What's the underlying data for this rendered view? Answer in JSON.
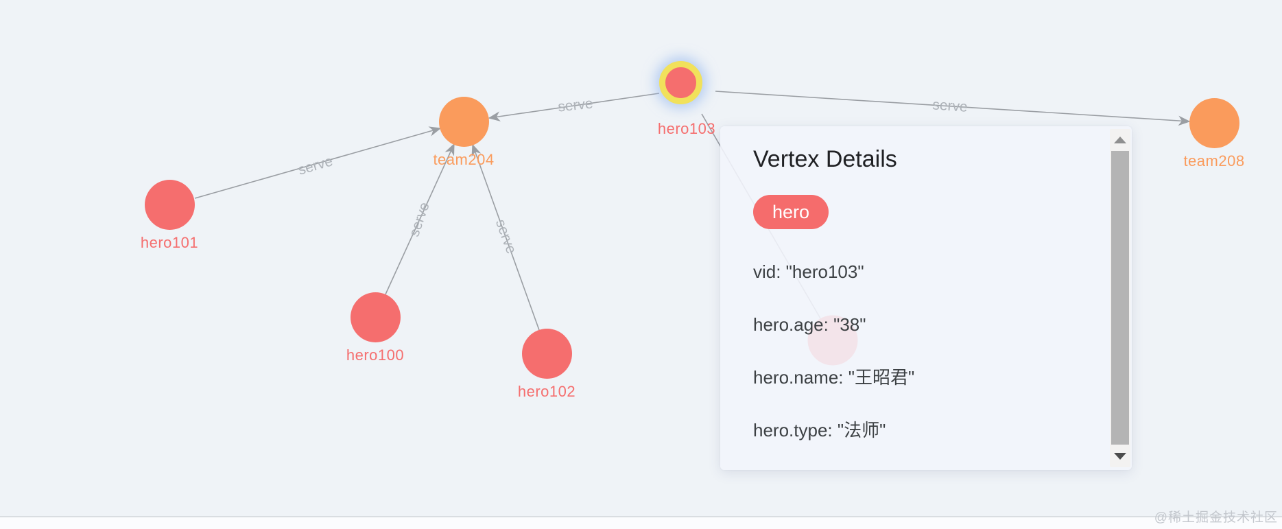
{
  "graph": {
    "nodes": [
      {
        "id": "hero101",
        "label": "hero101",
        "tag": "hero"
      },
      {
        "id": "hero100",
        "label": "hero100",
        "tag": "hero"
      },
      {
        "id": "hero102",
        "label": "hero102",
        "tag": "hero"
      },
      {
        "id": "hero103",
        "label": "hero103",
        "tag": "hero",
        "selected": true
      },
      {
        "id": "team204",
        "label": "team204",
        "tag": "team"
      },
      {
        "id": "team208",
        "label": "team208",
        "tag": "team"
      }
    ],
    "edges": [
      {
        "from": "hero101",
        "to": "team204",
        "label": "serve"
      },
      {
        "from": "hero103",
        "to": "team204",
        "label": "serve"
      },
      {
        "from": "hero100",
        "to": "team204",
        "label": "serve"
      },
      {
        "from": "hero102",
        "to": "team204",
        "label": "serve"
      },
      {
        "from": "hero103",
        "to": "team208",
        "label": "serve"
      },
      {
        "from": "hero103",
        "to": "hidden-node",
        "label": ""
      }
    ],
    "colors": {
      "hero_node": "#f56e6e",
      "team_node": "#fa9b5c",
      "selected_ring": "#f1e15b",
      "selected_glow": "#96b8ee",
      "edge": "#9a9ea3",
      "edge_label": "#aeb3b9"
    }
  },
  "panel": {
    "title": "Vertex Details",
    "tag_badge": "hero",
    "properties": [
      "vid: \"hero103\"",
      "hero.age: \"38\"",
      "hero.name: \"王昭君\"",
      "hero.type: \"法师\""
    ]
  },
  "watermark": "@稀土掘金技术社区"
}
